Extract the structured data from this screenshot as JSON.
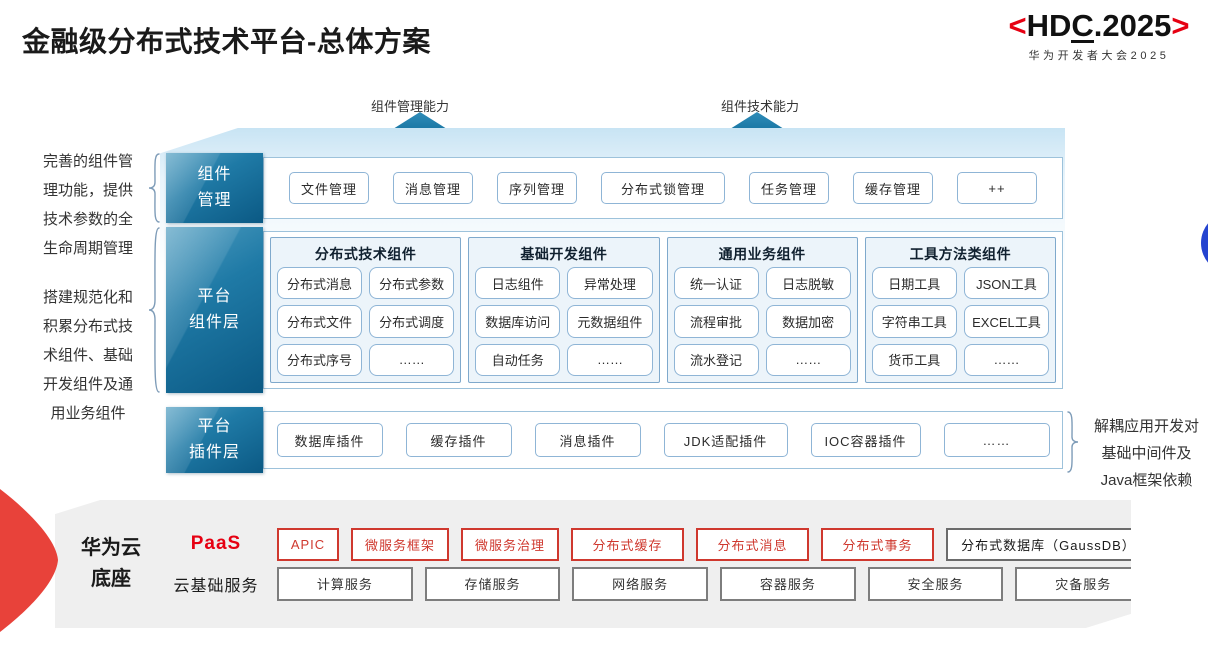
{
  "title": "金融级分布式技术平台-总体方案",
  "logo": {
    "open": "<",
    "hd": "HD",
    "c": "C",
    "rest": ".2025",
    "close": ">",
    "subtitle": "华为开发者大会2025"
  },
  "arrows": {
    "left": "组件管理能力",
    "right": "组件技术能力"
  },
  "notes": {
    "manage": "完善的组件管\n理功能，提供\n技术参数的全\n生命周期管理",
    "build": "搭建规范化和\n积累分布式技\n术组件、基础\n开发组件及通\n用业务组件",
    "decouple": "解耦应用开发对\n基础中间件及\nJava框架依赖"
  },
  "component_mgmt": {
    "label": "组件\n管理",
    "items": [
      "文件管理",
      "消息管理",
      "序列管理",
      "分布式锁管理",
      "任务管理",
      "缓存管理",
      "++"
    ]
  },
  "platform_components": {
    "label": "平台\n组件层",
    "groups": [
      {
        "title": "分布式技术组件",
        "items": [
          "分布式消息",
          "分布式参数",
          "分布式文件",
          "分布式调度",
          "分布式序号",
          "……"
        ]
      },
      {
        "title": "基础开发组件",
        "items": [
          "日志组件",
          "异常处理",
          "数据库访问",
          "元数据组件",
          "自动任务",
          "……"
        ]
      },
      {
        "title": "通用业务组件",
        "items": [
          "统一认证",
          "日志脱敏",
          "流程审批",
          "数据加密",
          "流水登记",
          "……"
        ]
      },
      {
        "title": "工具方法类组件",
        "items": [
          "日期工具",
          "JSON工具",
          "字符串工具",
          "EXCEL工具",
          "货币工具",
          "……"
        ]
      }
    ]
  },
  "platform_plugins": {
    "label": "平台\n插件层",
    "items": [
      "数据库插件",
      "缓存插件",
      "消息插件",
      "JDK适配插件",
      "IOC容器插件",
      "……"
    ]
  },
  "foundation": {
    "label": "华为云\n底座",
    "paas": {
      "label": "PaaS",
      "items": [
        "APIC",
        "微服务框架",
        "微服务治理",
        "分布式缓存",
        "分布式消息",
        "分布式事务"
      ],
      "neutral_item": "分布式数据库（GaussDB）"
    },
    "cloud": {
      "label": "云基础服务",
      "items": [
        "计算服务",
        "存储服务",
        "网络服务",
        "容器服务",
        "安全服务",
        "灾备服务"
      ]
    }
  },
  "colors": {
    "accent_teal": "#0b5984",
    "accent_red": "#e60012",
    "paas_red": "#cf382e",
    "foundation_gray": "#efefef",
    "brand_blue": "#2544d0"
  }
}
